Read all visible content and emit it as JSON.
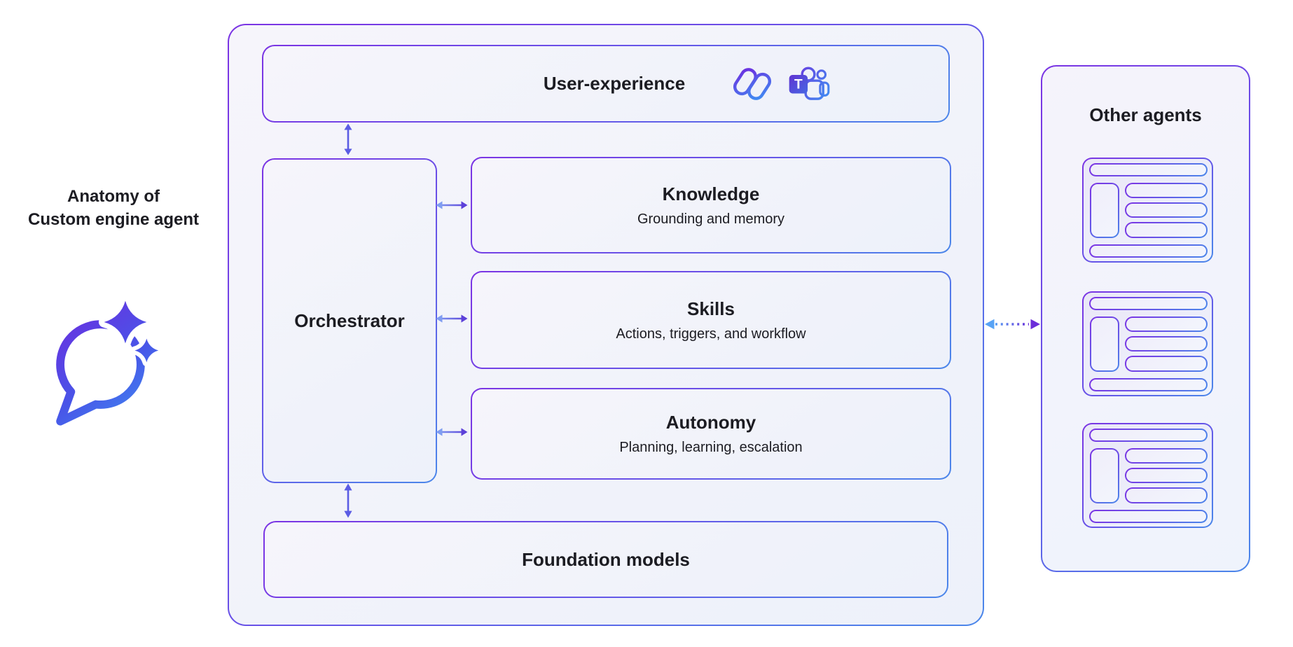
{
  "diagram": {
    "label": {
      "line1": "Anatomy of",
      "line2": "Custom engine agent"
    },
    "user_experience": {
      "title": "User-experience"
    },
    "orchestrator": {
      "title": "Orchestrator"
    },
    "capabilities": [
      {
        "title": "Knowledge",
        "subtitle": "Grounding and memory"
      },
      {
        "title": "Skills",
        "subtitle": "Actions, triggers, and workflow"
      },
      {
        "title": "Autonomy",
        "subtitle": "Planning, learning, escalation"
      }
    ],
    "foundation": {
      "title": "Foundation models"
    },
    "other_agents": {
      "title": "Other agents",
      "card_count": 3
    },
    "icons": {
      "left": "chat-sparkles-icon",
      "user_experience": [
        "copilot-icon",
        "teams-icon"
      ],
      "teams_letter": "T"
    },
    "colors": {
      "border_purple": "#7b34e4",
      "border_blue": "#4b87ea",
      "arrow_solid": "#5b5ce4",
      "arrow_gradient_left": "#7f9df1",
      "arrow_gradient_right": "#5c40d9",
      "dotted_arrow_blue": "#58a3f5",
      "dotted_arrow_purple": "#6c2ed9",
      "text": "#1c1c22"
    }
  }
}
